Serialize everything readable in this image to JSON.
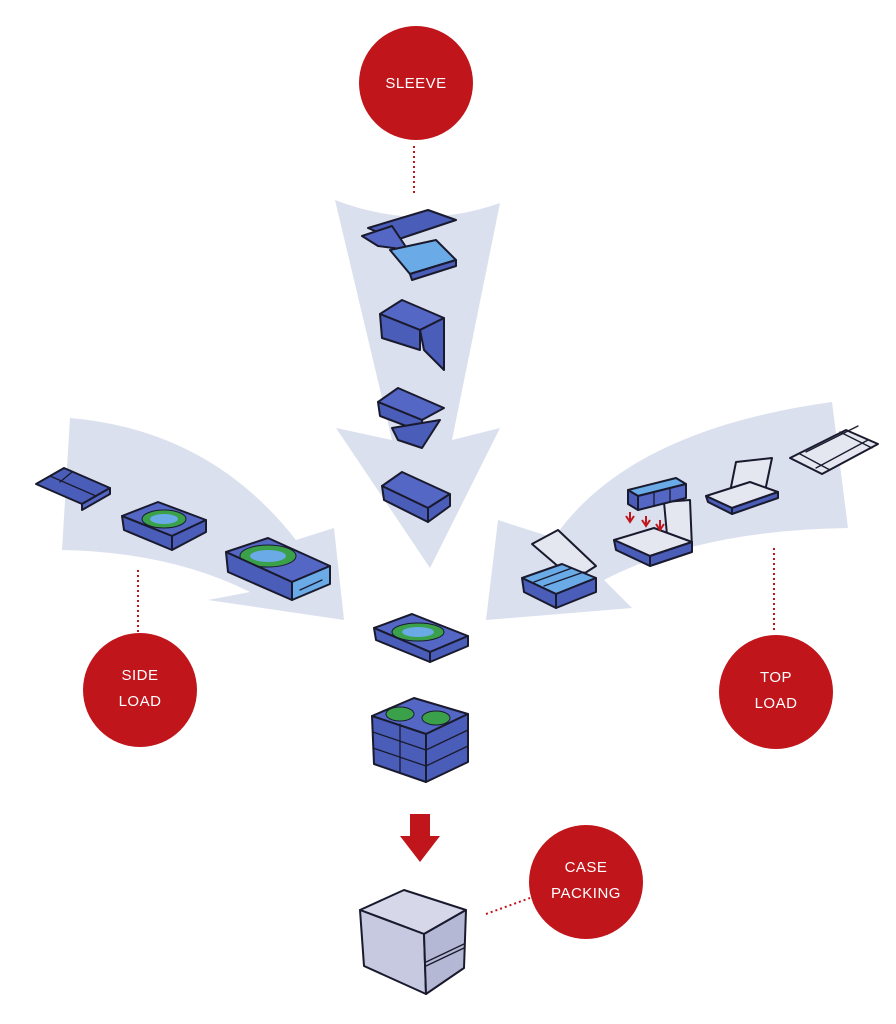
{
  "colors": {
    "arrow_fill": "#dbe0ee",
    "circle_fill": "#c0151b",
    "connector": "#c0151b",
    "carton_dark": "#5567c4",
    "carton_mid": "#4a5db8",
    "carton_light": "#6aaae6",
    "carton_outline": "#1a1a2e",
    "pack_accent": "#3aa04a",
    "case_fill": "#c7c9e0",
    "down_arrow": "#c0151b"
  },
  "labels": {
    "sleeve": "SLEEVE",
    "side_load": {
      "line1": "SIDE",
      "line2": "LOAD"
    },
    "top_load": {
      "line1": "TOP",
      "line2": "LOAD"
    },
    "case_packing": {
      "line1": "CASE",
      "line2": "PACKING"
    }
  },
  "icons": [
    "flat-sleeve-blank-icon",
    "sleeve-folding-icon",
    "sleeve-closing-icon",
    "closed-sleeve-icon",
    "flat-carton-blank-icon",
    "side-load-filling-icon",
    "side-load-closing-icon",
    "flat-tray-blank-icon",
    "open-tray-icon",
    "top-load-filling-icon",
    "top-load-closing-icon",
    "finished-pack-icon",
    "stacked-packs-icon",
    "shipping-case-icon",
    "down-arrow-icon"
  ]
}
